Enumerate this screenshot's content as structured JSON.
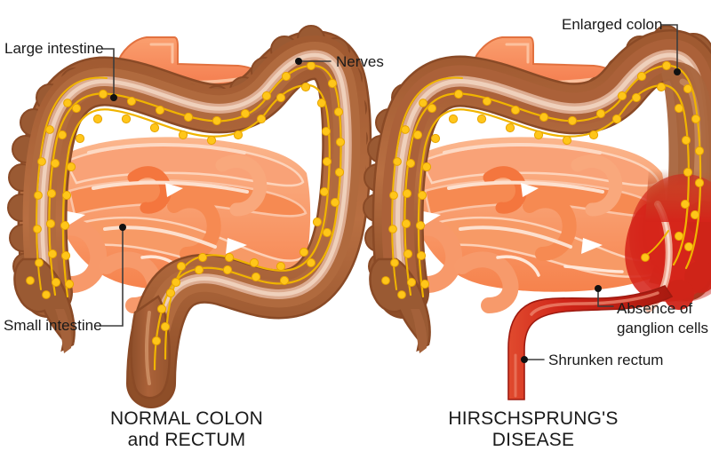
{
  "figure": {
    "type": "medical-illustration",
    "subject": "Comparison of normal colon and rectum versus Hirschsprung's disease",
    "background_color": "#ffffff",
    "panels": [
      {
        "id": "normal",
        "caption_line1": "NORMAL COLON",
        "caption_line2": "and RECTUM",
        "callouts": [
          {
            "id": "large-intestine",
            "text": "Large intestine",
            "anchor": "left"
          },
          {
            "id": "nerves",
            "text": "Nerves",
            "anchor": "right"
          },
          {
            "id": "small-intestine",
            "text": "Small intestine",
            "anchor": "left"
          }
        ]
      },
      {
        "id": "hirschsprung",
        "caption_line1": "HIRSCHSPRUNG'S",
        "caption_line2": "DISEASE",
        "callouts": [
          {
            "id": "enlarged-colon",
            "text": "Enlarged colon",
            "anchor": "right"
          },
          {
            "id": "absence-ganglion-1",
            "text": "Absence of",
            "anchor": "right"
          },
          {
            "id": "absence-ganglion-2",
            "text": "ganglion cells",
            "anchor": "right"
          },
          {
            "id": "shrunken-rectum",
            "text": "Shrunken rectum",
            "anchor": "right"
          }
        ]
      }
    ]
  },
  "colors": {
    "colon_outer": "#9a5a33",
    "colon_mid": "#b0693d",
    "colon_band_light": "#d6a184",
    "colon_band_pale": "#e7c0ab",
    "colon_inner": "#a4613a",
    "colon_outline": "#8a4a26",
    "small_intestine_light": "#f9a97e",
    "small_intestine_mid": "#f78d5a",
    "small_intestine_dark": "#f4743c",
    "small_intestine_pale": "#fbc3a3",
    "stomach": "#f78f5c",
    "nerve_line": "#f0b400",
    "nerve_dot": "#ffc61a",
    "aganglionic_red": "#d8281c",
    "aganglionic_red_dark": "#b01b12",
    "rectum_red": "#cf2418",
    "label_text": "#1a1a1a",
    "leader_line": "#3d3d3d"
  }
}
